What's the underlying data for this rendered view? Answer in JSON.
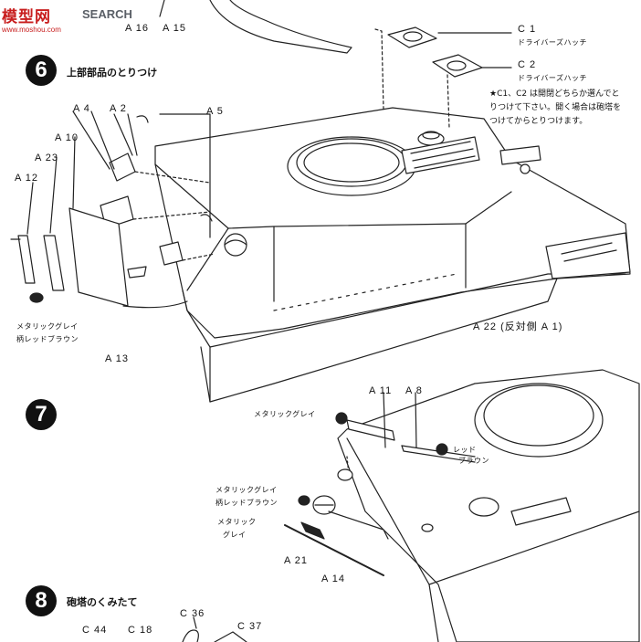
{
  "watermark": {
    "logo": "模型网",
    "search": "SEARCH",
    "url": "www.moshou.com"
  },
  "top_labels": {
    "a16": "A 16",
    "a15": "A 15"
  },
  "step6": {
    "number": "6",
    "title": "上部部品のとりつけ",
    "labels": {
      "a4": "A 4",
      "a2": "A 2",
      "a5": "A 5",
      "a10": "A 10",
      "a23": "A 23",
      "a12": "A 12",
      "a13": "A 13",
      "a22": "A 22 (反対側 A 1)"
    },
    "c1": {
      "code": "C 1",
      "name": "ドライバーズハッチ"
    },
    "c2": {
      "code": "C 2",
      "name": "ドライバーズハッチ"
    },
    "note": "★C1、C2 は開閉どちらか選んでとりつけて下さい。開く場合は砲塔をつけてからとりつけます。",
    "paint": {
      "line1": "メタリックグレイ",
      "line2": "柄レッドブラウン"
    }
  },
  "step7": {
    "number": "7",
    "labels": {
      "a11": "A 11",
      "a8": "A 8",
      "a21": "A 21",
      "a14": "A 14"
    },
    "paint_a": "メタリックグレイ",
    "paint_b": {
      "line1": "レッド",
      "line2": "ブラウン"
    },
    "paint_c": {
      "line1": "メタリックグレイ",
      "line2": "柄レッドブラウン"
    },
    "paint_d": {
      "line1": "メタリック",
      "line2": "グレイ"
    }
  },
  "step8": {
    "number": "8",
    "title": "砲塔のくみたて",
    "labels": {
      "c36": "C 36",
      "c44": "C 44",
      "c18": "C 18",
      "c37": "C 37"
    }
  }
}
